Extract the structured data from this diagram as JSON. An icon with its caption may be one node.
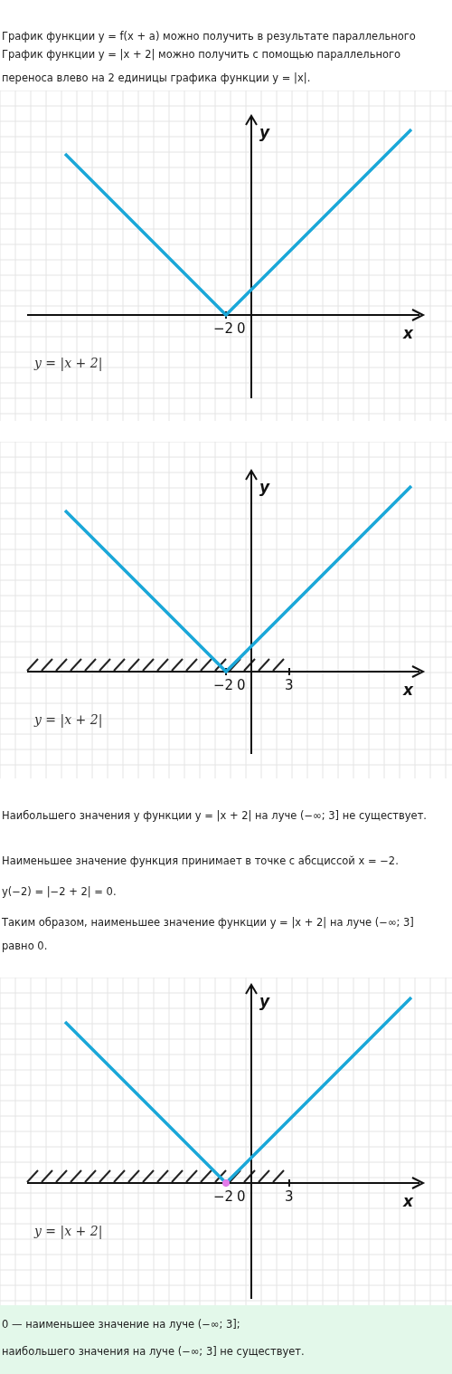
{
  "diagram": {
    "labels": [
      "График функции y = f(x + a) можно получить в результате параллельного",
      "График функции y = |x + 2| можно получить с помощью параллельного переноса влево на 2 единицы графика функции y = |x|.",
      "y",
      "x",
      "−2",
      "0",
      "y = |x + 2|",
      "y",
      "x",
      "−2",
      "0",
      "3",
      "y = |x + 2|",
      "Наибольшего значения у функции y = |x + 2| на луче (−∞; 3] не существует.",
      "Наименьшее значение функция принимает в точке с абсциссой x = −2.",
      "y(−2) = |−2 + 2| = 0.",
      "Таким образом, наименьшее значение функции y = |x + 2| на луче (−∞; 3] равно 0.",
      "y",
      "x",
      "−2",
      "0",
      "3",
      "y = |x + 2|",
      "0 — наименьшее значение на луче (−∞; 3];",
      "наибольшего значения на луче (−∞; 3] не существует."
    ]
  }
}
